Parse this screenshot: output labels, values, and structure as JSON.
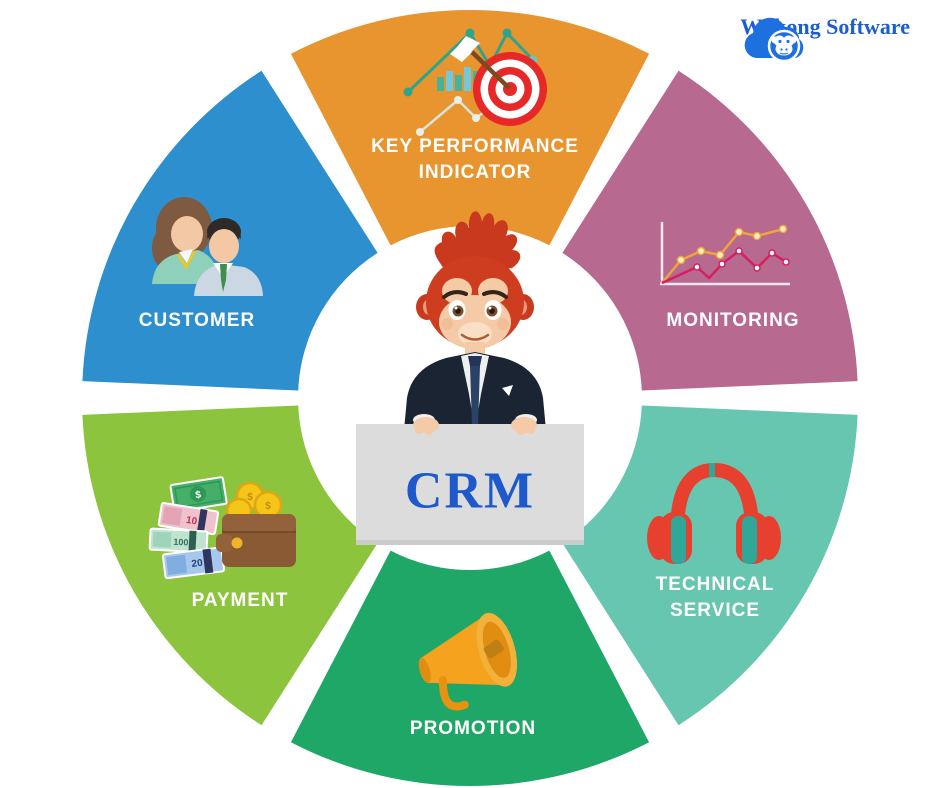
{
  "brand": {
    "name": "Wukong Software",
    "text_color": "#1B5ECC",
    "logo_icon": "cloud-monkey-logo",
    "logo_color": "#1E6FE0"
  },
  "center": {
    "label": "CRM",
    "label_color": "#1D59CB",
    "sign_color": "#DCDCDC",
    "mascot": "monkey-businessman-holding-sign"
  },
  "segments": [
    {
      "id": "key-performance-indicator",
      "label": "KEY PERFORMANCE INDICATOR",
      "line1": "KEY PERFORMANCE",
      "line2": "INDICATOR",
      "color": "#E8952F",
      "icon": "kpi-target-dart-chart-icon",
      "position": "top"
    },
    {
      "id": "monitoring",
      "label": "MONITORING",
      "line1": "MONITORING",
      "color": "#B76990",
      "icon": "line-chart-icon",
      "position": "top-right"
    },
    {
      "id": "technical-service",
      "label": "TECHNICAL SERVICE",
      "line1": "TECHNICAL",
      "line2": "SERVICE",
      "color": "#66C6B0",
      "icon": "headphones-icon",
      "position": "bottom-right"
    },
    {
      "id": "promotion",
      "label": "PROMOTION",
      "line1": "PROMOTION",
      "color": "#1FA768",
      "icon": "megaphone-icon",
      "position": "bottom"
    },
    {
      "id": "payment",
      "label": "PAYMENT",
      "line1": "PAYMENT",
      "color": "#8DC43E",
      "icon": "wallet-money-icon",
      "position": "bottom-left"
    },
    {
      "id": "customer",
      "label": "CUSTOMER",
      "line1": "CUSTOMER",
      "color": "#2E8FCE",
      "icon": "two-people-icon",
      "position": "top-left"
    }
  ],
  "payment_icon": {
    "coin_symbol": "$",
    "banknotes": [
      "10",
      "100",
      "20"
    ]
  }
}
